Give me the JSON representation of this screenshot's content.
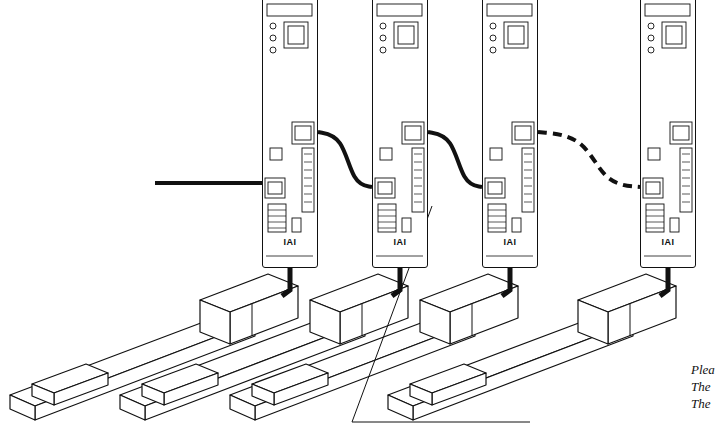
{
  "diagram": {
    "nodes": [
      {
        "text": [
          "IAI"
        ]
      },
      {
        "text": [
          "IAI"
        ]
      },
      {
        "text": [
          "IAI"
        ]
      },
      {
        "text": [
          "IAI"
        ]
      }
    ],
    "edges": [
      {
        "from": 0,
        "to": 1,
        "arrow": "none"
      },
      {
        "from": 1,
        "to": 2,
        "arrow": "none"
      },
      {
        "from": 2,
        "to": 3,
        "arrow": "none"
      }
    ],
    "labels": [
      "Plea",
      "The",
      "The"
    ]
  }
}
